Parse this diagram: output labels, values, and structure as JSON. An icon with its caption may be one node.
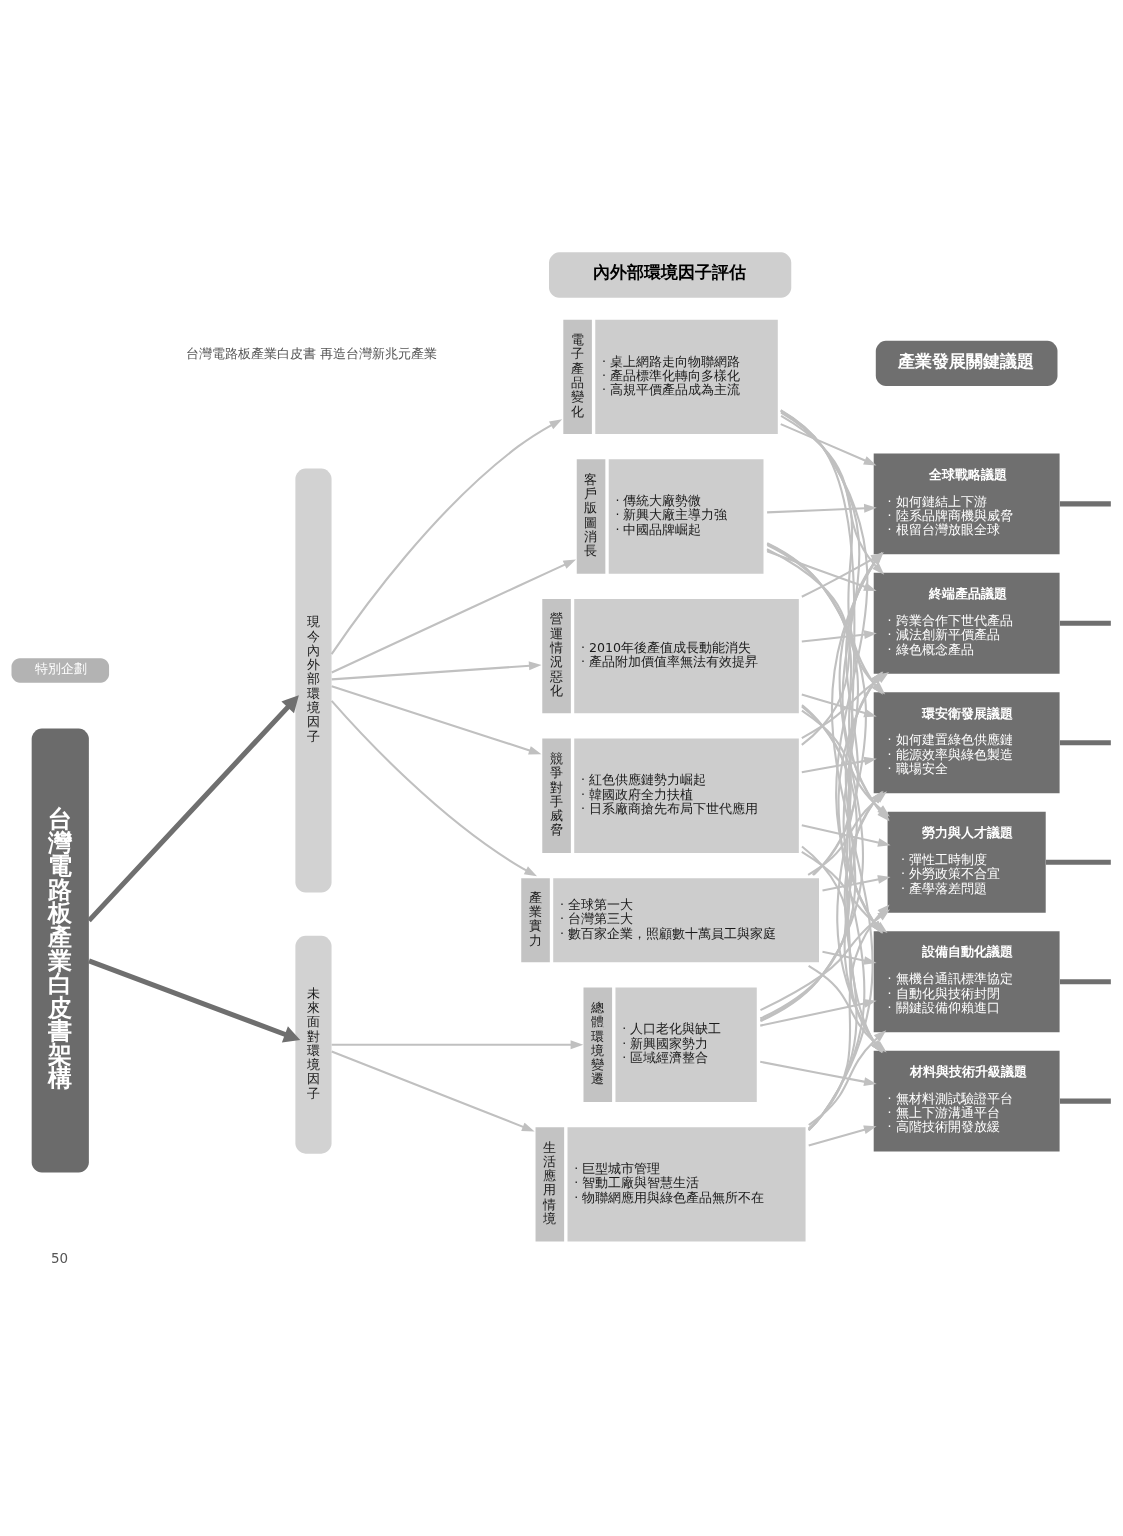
{
  "diagram": {
    "nodes": [
      {
        "text": [
          "特別企劃"
        ]
      },
      {
        "text": [
          "內外部環境因子評估"
        ]
      },
      {
        "text": [
          "產業發展關鍵議題"
        ]
      },
      {
        "text": [
          "台灣電路板產業白皮書架構"
        ]
      },
      {
        "text": [
          "現今內外部環境因子"
        ]
      },
      {
        "text": [
          "電子產品變化",
          "· 桌上網路走向物聯網路",
          "· 產品標準化轉向多樣化",
          "· 高規平價產品成為主流"
        ]
      },
      {
        "text": [
          "客戶版圖消長",
          "· 傳統大廠勢微",
          "· 新興大廠主導力強",
          "· 中國品牌崛起"
        ]
      },
      {
        "text": [
          "營運情況惡化",
          "· 2010年後產值成長動能消失",
          "· 產品附加價值率無法有效提昇"
        ]
      },
      {
        "text": [
          "競爭對手威脅",
          "· 紅色供應鏈勢力崛起",
          "· 韓國政府全力扶植",
          "· 日系廠商搶先布局下世代應用"
        ]
      },
      {
        "text": [
          "產業實力",
          "· 全球第一大",
          "· 台灣第三大",
          "· 數百家企業，照顧數十萬員工與家庭"
        ]
      },
      {
        "text": [
          "未來面對環境因子"
        ]
      },
      {
        "text": [
          "總體環境變遷",
          "· 人口老化與缺工",
          "· 新興國家勢力",
          "· 區域經濟整合"
        ]
      },
      {
        "text": [
          "生活應用情境",
          "· 巨型城市管理",
          "· 智動工廠與智慧生活",
          "· 物聯網應用與綠色產品無所不在"
        ]
      },
      {
        "text": [
          "全球戰略議題",
          "· 如何鏈結上下游",
          "· 陸系品牌商機與威脅",
          "· 根留台灣放眼全球"
        ]
      },
      {
        "text": [
          "終端產品議題",
          "· 跨業合作下世代產品",
          "· 減法創新平價產品",
          "· 綠色概念產品"
        ]
      },
      {
        "text": [
          "環安衛發展議題",
          "· 如何建置綠色供應鏈",
          "· 能源效率與綠色製造",
          "· 職場安全"
        ]
      },
      {
        "text": [
          "勞力與人才議題",
          "· 彈性工時制度",
          "· 外勞政策不合宜",
          "· 產學落差問題"
        ]
      },
      {
        "text": [
          "設備自動化議題",
          "· 無機台通訊標準協定",
          "· 自動化與技術封閉",
          "· 關鍵設備仰賴進口"
        ]
      },
      {
        "text": [
          "材料與技術升級議題",
          "· 無材料測試驗證平台",
          "· 無上下游溝通平台",
          "· 高階技術開發放緩"
        ]
      }
    ],
    "edges": [
      {
        "from": 3,
        "to": 4,
        "arrow": "to",
        "style": "thick",
        "color": "#6f6f6f"
      },
      {
        "from": 3,
        "to": 10,
        "arrow": "to",
        "style": "thick",
        "color": "#6f6f6f"
      },
      {
        "from": 4,
        "to": 5,
        "arrow": "to"
      },
      {
        "from": 4,
        "to": 6,
        "arrow": "to"
      },
      {
        "from": 4,
        "to": 7,
        "arrow": "to"
      },
      {
        "from": 4,
        "to": 8,
        "arrow": "to"
      },
      {
        "from": 4,
        "to": 9,
        "arrow": "to"
      },
      {
        "from": 10,
        "to": 11,
        "arrow": "to"
      },
      {
        "from": 10,
        "to": 12,
        "arrow": "to"
      },
      {
        "from": 5,
        "to": 13,
        "arrow": "to"
      },
      {
        "from": 5,
        "to": 14,
        "arrow": "to"
      },
      {
        "from": 5,
        "to": 15,
        "arrow": "to"
      },
      {
        "from": 5,
        "to": 16,
        "arrow": "to"
      },
      {
        "from": 5,
        "to": 17,
        "arrow": "to"
      },
      {
        "from": 5,
        "to": 18,
        "arrow": "to"
      },
      {
        "from": 6,
        "to": 13,
        "arrow": "to"
      },
      {
        "from": 6,
        "to": 14,
        "arrow": "to"
      },
      {
        "from": 6,
        "to": 15,
        "arrow": "to"
      },
      {
        "from": 6,
        "to": 16,
        "arrow": "to"
      },
      {
        "from": 6,
        "to": 17,
        "arrow": "to"
      },
      {
        "from": 6,
        "to": 18,
        "arrow": "to"
      },
      {
        "from": 7,
        "to": 13,
        "arrow": "to"
      },
      {
        "from": 7,
        "to": 14,
        "arrow": "to"
      },
      {
        "from": 7,
        "to": 15,
        "arrow": "to"
      },
      {
        "from": 7,
        "to": 16,
        "arrow": "to"
      },
      {
        "from": 7,
        "to": 17,
        "arrow": "to"
      },
      {
        "from": 7,
        "to": 18,
        "arrow": "to"
      },
      {
        "from": 8,
        "to": 13,
        "arrow": "to"
      },
      {
        "from": 8,
        "to": 14,
        "arrow": "to"
      },
      {
        "from": 8,
        "to": 15,
        "arrow": "to"
      },
      {
        "from": 8,
        "to": 16,
        "arrow": "to"
      },
      {
        "from": 8,
        "to": 17,
        "arrow": "to"
      },
      {
        "from": 8,
        "to": 18,
        "arrow": "to"
      },
      {
        "from": 9,
        "to": 13,
        "arrow": "to"
      },
      {
        "from": 9,
        "to": 14,
        "arrow": "to"
      },
      {
        "from": 9,
        "to": 15,
        "arrow": "to"
      },
      {
        "from": 9,
        "to": 16,
        "arrow": "to"
      },
      {
        "from": 9,
        "to": 17,
        "arrow": "to"
      },
      {
        "from": 9,
        "to": 18,
        "arrow": "to"
      },
      {
        "from": 11,
        "to": 13,
        "arrow": "to"
      },
      {
        "from": 11,
        "to": 14,
        "arrow": "to"
      },
      {
        "from": 11,
        "to": 15,
        "arrow": "to"
      },
      {
        "from": 11,
        "to": 16,
        "arrow": "to"
      },
      {
        "from": 11,
        "to": 17,
        "arrow": "to"
      },
      {
        "from": 11,
        "to": 18,
        "arrow": "to"
      },
      {
        "from": 12,
        "to": 13,
        "arrow": "to"
      },
      {
        "from": 12,
        "to": 14,
        "arrow": "to"
      },
      {
        "from": 12,
        "to": 15,
        "arrow": "to"
      },
      {
        "from": 12,
        "to": 16,
        "arrow": "to"
      },
      {
        "from": 12,
        "to": 17,
        "arrow": "to"
      },
      {
        "from": 12,
        "to": 18,
        "arrow": "to"
      },
      {
        "from": 13,
        "to": null,
        "arrow": "none",
        "style": "thick",
        "color": "#6f6f6f"
      },
      {
        "from": 14,
        "to": null,
        "arrow": "none",
        "style": "thick",
        "color": "#6f6f6f"
      },
      {
        "from": 15,
        "to": null,
        "arrow": "none",
        "style": "thick",
        "color": "#6f6f6f"
      },
      {
        "from": 16,
        "to": null,
        "arrow": "none",
        "style": "thick",
        "color": "#6f6f6f"
      },
      {
        "from": 17,
        "to": null,
        "arrow": "none",
        "style": "thick",
        "color": "#6f6f6f"
      },
      {
        "from": 18,
        "to": null,
        "arrow": "none",
        "style": "thick",
        "color": "#6f6f6f"
      }
    ],
    "labels": [
      "台灣電路板產業白皮書 再造台灣新兆元產業",
      "50"
    ]
  }
}
